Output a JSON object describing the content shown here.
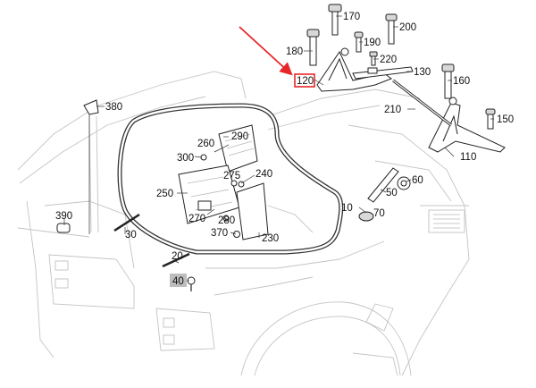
{
  "diagram": {
    "highlight_color": "#e8262a",
    "shade_color": "#bdbdbd",
    "callouts": [
      {
        "id": "c170",
        "text": "170"
      },
      {
        "id": "c200",
        "text": "200"
      },
      {
        "id": "c180",
        "text": "180"
      },
      {
        "id": "c190",
        "text": "190"
      },
      {
        "id": "c220",
        "text": "220"
      },
      {
        "id": "c130",
        "text": "130"
      },
      {
        "id": "c120",
        "text": "120"
      },
      {
        "id": "c160",
        "text": "160"
      },
      {
        "id": "c380",
        "text": "380"
      },
      {
        "id": "c210",
        "text": "210"
      },
      {
        "id": "c290",
        "text": "290"
      },
      {
        "id": "c260",
        "text": "260"
      },
      {
        "id": "c150",
        "text": "150"
      },
      {
        "id": "c300",
        "text": "300"
      },
      {
        "id": "c275",
        "text": "275"
      },
      {
        "id": "c240",
        "text": "240"
      },
      {
        "id": "c110",
        "text": "110"
      },
      {
        "id": "c250",
        "text": "250"
      },
      {
        "id": "c50",
        "text": "50"
      },
      {
        "id": "c60",
        "text": "60"
      },
      {
        "id": "c10",
        "text": "10"
      },
      {
        "id": "c70",
        "text": "70"
      },
      {
        "id": "c390",
        "text": "390"
      },
      {
        "id": "c270",
        "text": "270"
      },
      {
        "id": "c280",
        "text": "280"
      },
      {
        "id": "c370",
        "text": "370"
      },
      {
        "id": "c30",
        "text": "30"
      },
      {
        "id": "c230",
        "text": "230"
      },
      {
        "id": "c20",
        "text": "20"
      },
      {
        "id": "c40",
        "text": "40"
      }
    ]
  }
}
